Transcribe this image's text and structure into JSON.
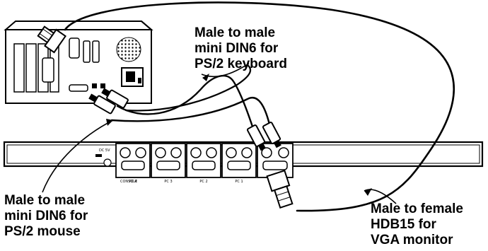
{
  "labels": {
    "keyboard_cable": [
      "Male to male",
      "mini DIN6 for",
      "PS/2 keyboard"
    ],
    "mouse_cable": [
      "Male to male",
      "mini DIN6 for",
      "PS/2 mouse"
    ],
    "vga_cable": [
      "Male to female",
      "HDB15  for",
      "VGA monitor"
    ]
  },
  "kvm_switch": {
    "ports": [
      "PC 1",
      "PC 2",
      "PC 3",
      "PC 4"
    ],
    "console_marking": "CONSOLE",
    "power_marking": "DC 5V"
  }
}
